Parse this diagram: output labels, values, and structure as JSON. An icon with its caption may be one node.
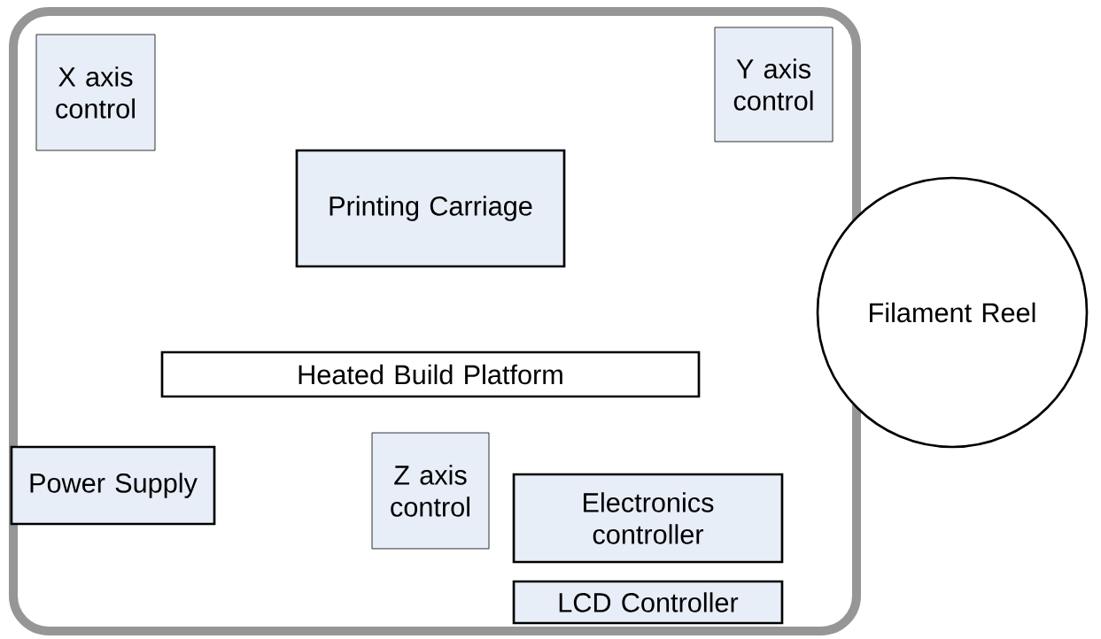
{
  "diagram": {
    "nodes": [
      {
        "text": [],
        "shape": "box"
      },
      {
        "text": [
          "X axis control"
        ],
        "in": 0
      },
      {
        "text": [
          "Y axis control"
        ],
        "in": 0
      },
      {
        "text": [
          "Printing Carriage"
        ],
        "in": 0
      },
      {
        "text": [
          "Filament Reel"
        ]
      },
      {
        "text": [
          "Heated Build Platform"
        ],
        "in": 0
      },
      {
        "text": [
          "Power Supply"
        ],
        "in": 0
      },
      {
        "text": [
          "Z axis control"
        ],
        "in": 0
      },
      {
        "text": [
          "Electronics controller"
        ],
        "in": 0
      },
      {
        "text": [
          "LCD Controller"
        ],
        "in": 0
      }
    ]
  }
}
